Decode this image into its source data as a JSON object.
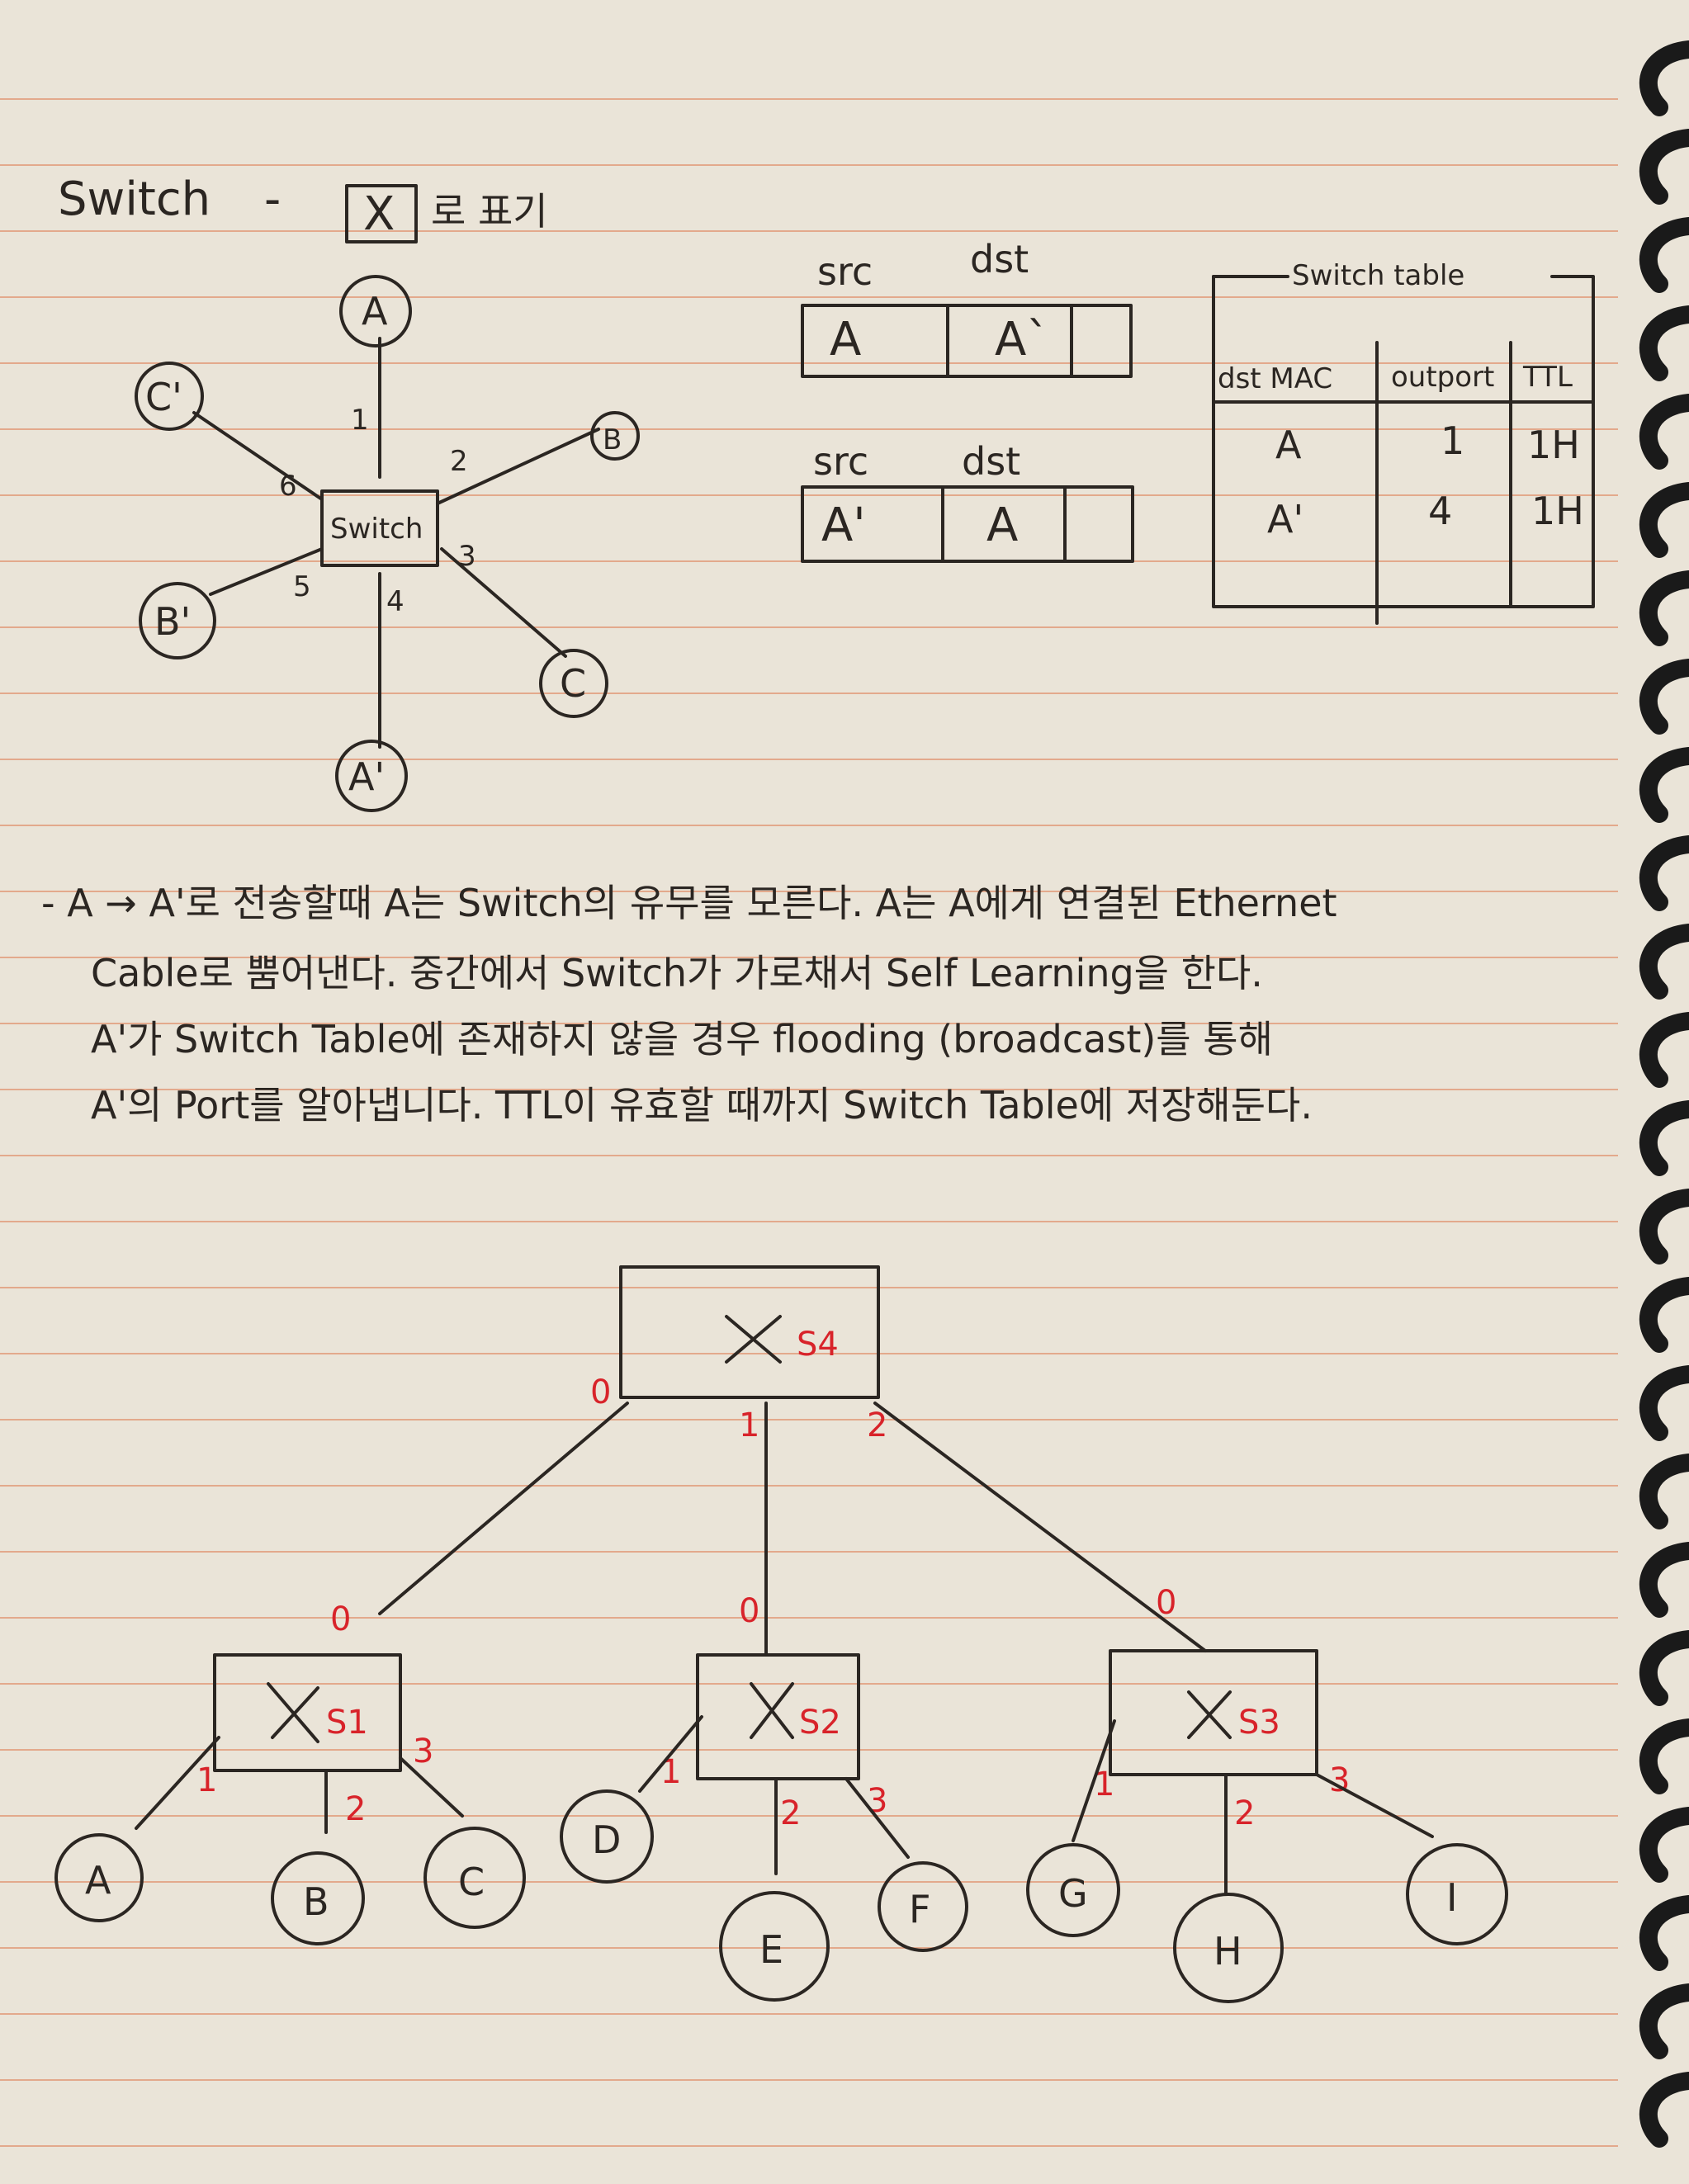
{
  "header": {
    "title": "Switch",
    "dash": "-",
    "symbol": "X",
    "symbol_note": "로 표기"
  },
  "star_diagram": {
    "center_label": "Switch",
    "nodes": [
      {
        "label": "A",
        "port": "1"
      },
      {
        "label": "B",
        "port": "2"
      },
      {
        "label": "C",
        "port": "3"
      },
      {
        "label": "A'",
        "port": "4"
      },
      {
        "label": "B'",
        "port": "5"
      },
      {
        "label": "C'",
        "port": "6"
      }
    ]
  },
  "frames": [
    {
      "src_label": "src",
      "dst_label": "dst",
      "src": "A",
      "dst": "A`"
    },
    {
      "src_label": "src",
      "dst_label": "dst",
      "src": "A'",
      "dst": "A"
    }
  ],
  "switch_table": {
    "title": "Switch table",
    "headers": [
      "dst MAC",
      "outport",
      "TTL"
    ],
    "rows": [
      [
        "A",
        "1",
        "1H"
      ],
      [
        "A'",
        "4",
        "1H"
      ]
    ]
  },
  "notes": [
    "- A → A'로 전송할때 A는 Switch의 유무를 모른다. A는 A에게 연결된 Ethernet",
    "Cable로 뿜어낸다. 중간에서 Switch가 가로채서 Self Learning을 한다.",
    "A'가 Switch Table에 존재하지 않을 경우 flooding (broadcast)를 통해",
    "A'의 Port를 알아냅니다. TTL이 유효할 때까지 Switch Table에 저장해둔다."
  ],
  "tree": {
    "root": {
      "name": "S4",
      "ports": [
        "0",
        "1",
        "2"
      ]
    },
    "children": [
      {
        "name": "S1",
        "uplink": "0",
        "ports": [
          "1",
          "2",
          "3"
        ],
        "hosts": [
          "A",
          "B",
          "C"
        ]
      },
      {
        "name": "S2",
        "uplink": "0",
        "ports": [
          "1",
          "2",
          "3"
        ],
        "hosts": [
          "D",
          "E",
          "F"
        ]
      },
      {
        "name": "S3",
        "uplink": "0",
        "ports": [
          "1",
          "2",
          "3"
        ],
        "hosts": [
          "G",
          "H",
          "I"
        ]
      }
    ]
  },
  "colors": {
    "paper": "#eae4d8",
    "ink": "#2b2622",
    "red_ink": "#d8232a",
    "rule_line": "#e3a98c",
    "binding": "#1a1a1a"
  }
}
